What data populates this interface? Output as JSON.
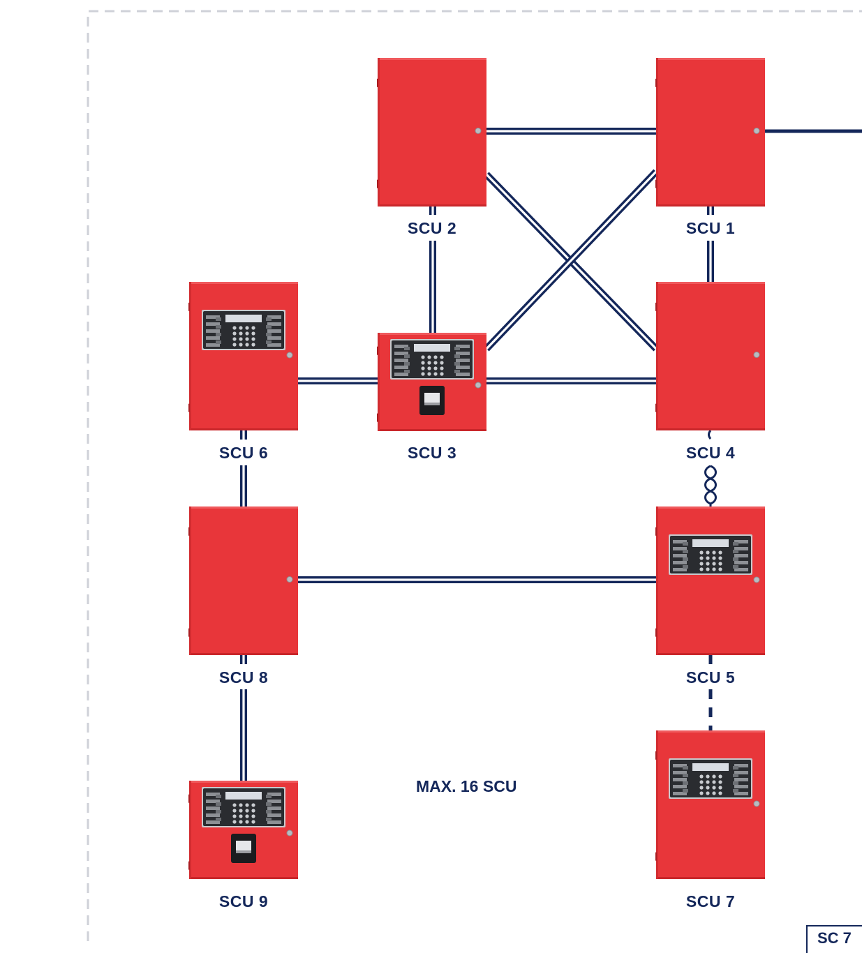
{
  "diagram": {
    "caption": "MAX. 16 SCU",
    "corner_tag": "SC 7",
    "colors": {
      "cabinet_red": "#e8363a",
      "cable_navy": "#14275a",
      "panel_dark": "#2a2c30",
      "border_gray": "#cfd1d8"
    },
    "units": [
      {
        "id": "scu1",
        "label": "SCU 1",
        "type": "cabinet-plain"
      },
      {
        "id": "scu2",
        "label": "SCU 2",
        "type": "cabinet-plain"
      },
      {
        "id": "scu3",
        "label": "SCU 3",
        "type": "cabinet-panel-printer"
      },
      {
        "id": "scu4",
        "label": "SCU 4",
        "type": "cabinet-plain"
      },
      {
        "id": "scu5",
        "label": "SCU 5",
        "type": "cabinet-panel"
      },
      {
        "id": "scu6",
        "label": "SCU 6",
        "type": "cabinet-panel"
      },
      {
        "id": "scu7",
        "label": "SCU 7",
        "type": "cabinet-panel"
      },
      {
        "id": "scu8",
        "label": "SCU 8",
        "type": "cabinet-plain"
      },
      {
        "id": "scu9",
        "label": "SCU 9",
        "type": "cabinet-panel-printer"
      }
    ],
    "connections": [
      {
        "from": "scu2",
        "to": "scu1",
        "cable": "double"
      },
      {
        "from": "scu2",
        "to": "scu4",
        "cable": "double"
      },
      {
        "from": "scu3",
        "to": "scu1",
        "cable": "double"
      },
      {
        "from": "scu2",
        "to": "scu3",
        "cable": "double"
      },
      {
        "from": "scu1",
        "to": "scu4",
        "cable": "double"
      },
      {
        "from": "scu6",
        "to": "scu3",
        "cable": "double"
      },
      {
        "from": "scu3",
        "to": "scu4",
        "cable": "double"
      },
      {
        "from": "scu4",
        "to": "scu5",
        "cable": "twisted"
      },
      {
        "from": "scu6",
        "to": "scu8",
        "cable": "double"
      },
      {
        "from": "scu8",
        "to": "scu5",
        "cable": "double"
      },
      {
        "from": "scu8",
        "to": "scu9",
        "cable": "double"
      },
      {
        "from": "scu5",
        "to": "scu7",
        "cable": "dashed"
      },
      {
        "from": "scu1",
        "to": "offpage",
        "cable": "single"
      }
    ]
  }
}
